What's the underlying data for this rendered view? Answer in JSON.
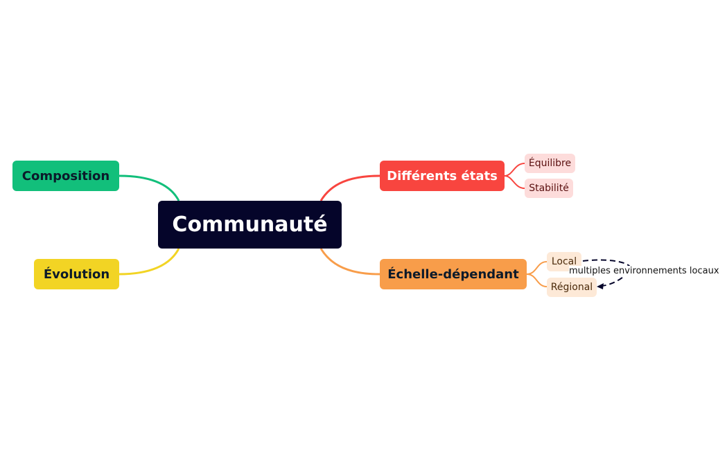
{
  "colors": {
    "root": "#05052a",
    "composition": "#12bf7b",
    "evolution": "#f2d424",
    "etats": "#f8453f",
    "echelle": "#f89d4a",
    "etats_sub_bg": "#fddcdb",
    "echelle_sub_bg": "#fde9d7"
  },
  "mindmap": {
    "root": "Communauté",
    "left": [
      {
        "label": "Composition"
      },
      {
        "label": "Évolution"
      }
    ],
    "right": [
      {
        "label": "Différents états",
        "children": [
          "Équilibre",
          "Stabilité"
        ]
      },
      {
        "label": "Échelle-dépendant",
        "children": [
          "Local",
          "Régional"
        ]
      }
    ],
    "relation": {
      "from": "Local",
      "to": "Régional",
      "label": "multiples environnements locaux",
      "style": "dashed-arrow"
    }
  }
}
